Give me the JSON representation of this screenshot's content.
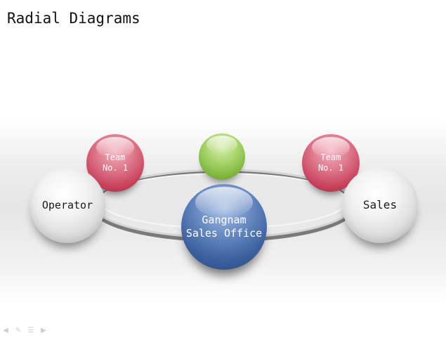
{
  "title": "Radial Diagrams",
  "nodes": {
    "center": "Gangnam\nSales Office",
    "left": "Operator",
    "right": "Sales",
    "top_left": "Team\nNo. 1",
    "top_right": "Team\nNo. 1",
    "top_center": ""
  },
  "colors": {
    "center": "#3c609f",
    "satellite": "#d9d9d9",
    "team": "#c63d58",
    "accent": "#7cb53a"
  },
  "footer_icons": [
    "arrow-left-icon",
    "pen-icon",
    "menu-icon",
    "arrow-right-icon"
  ]
}
